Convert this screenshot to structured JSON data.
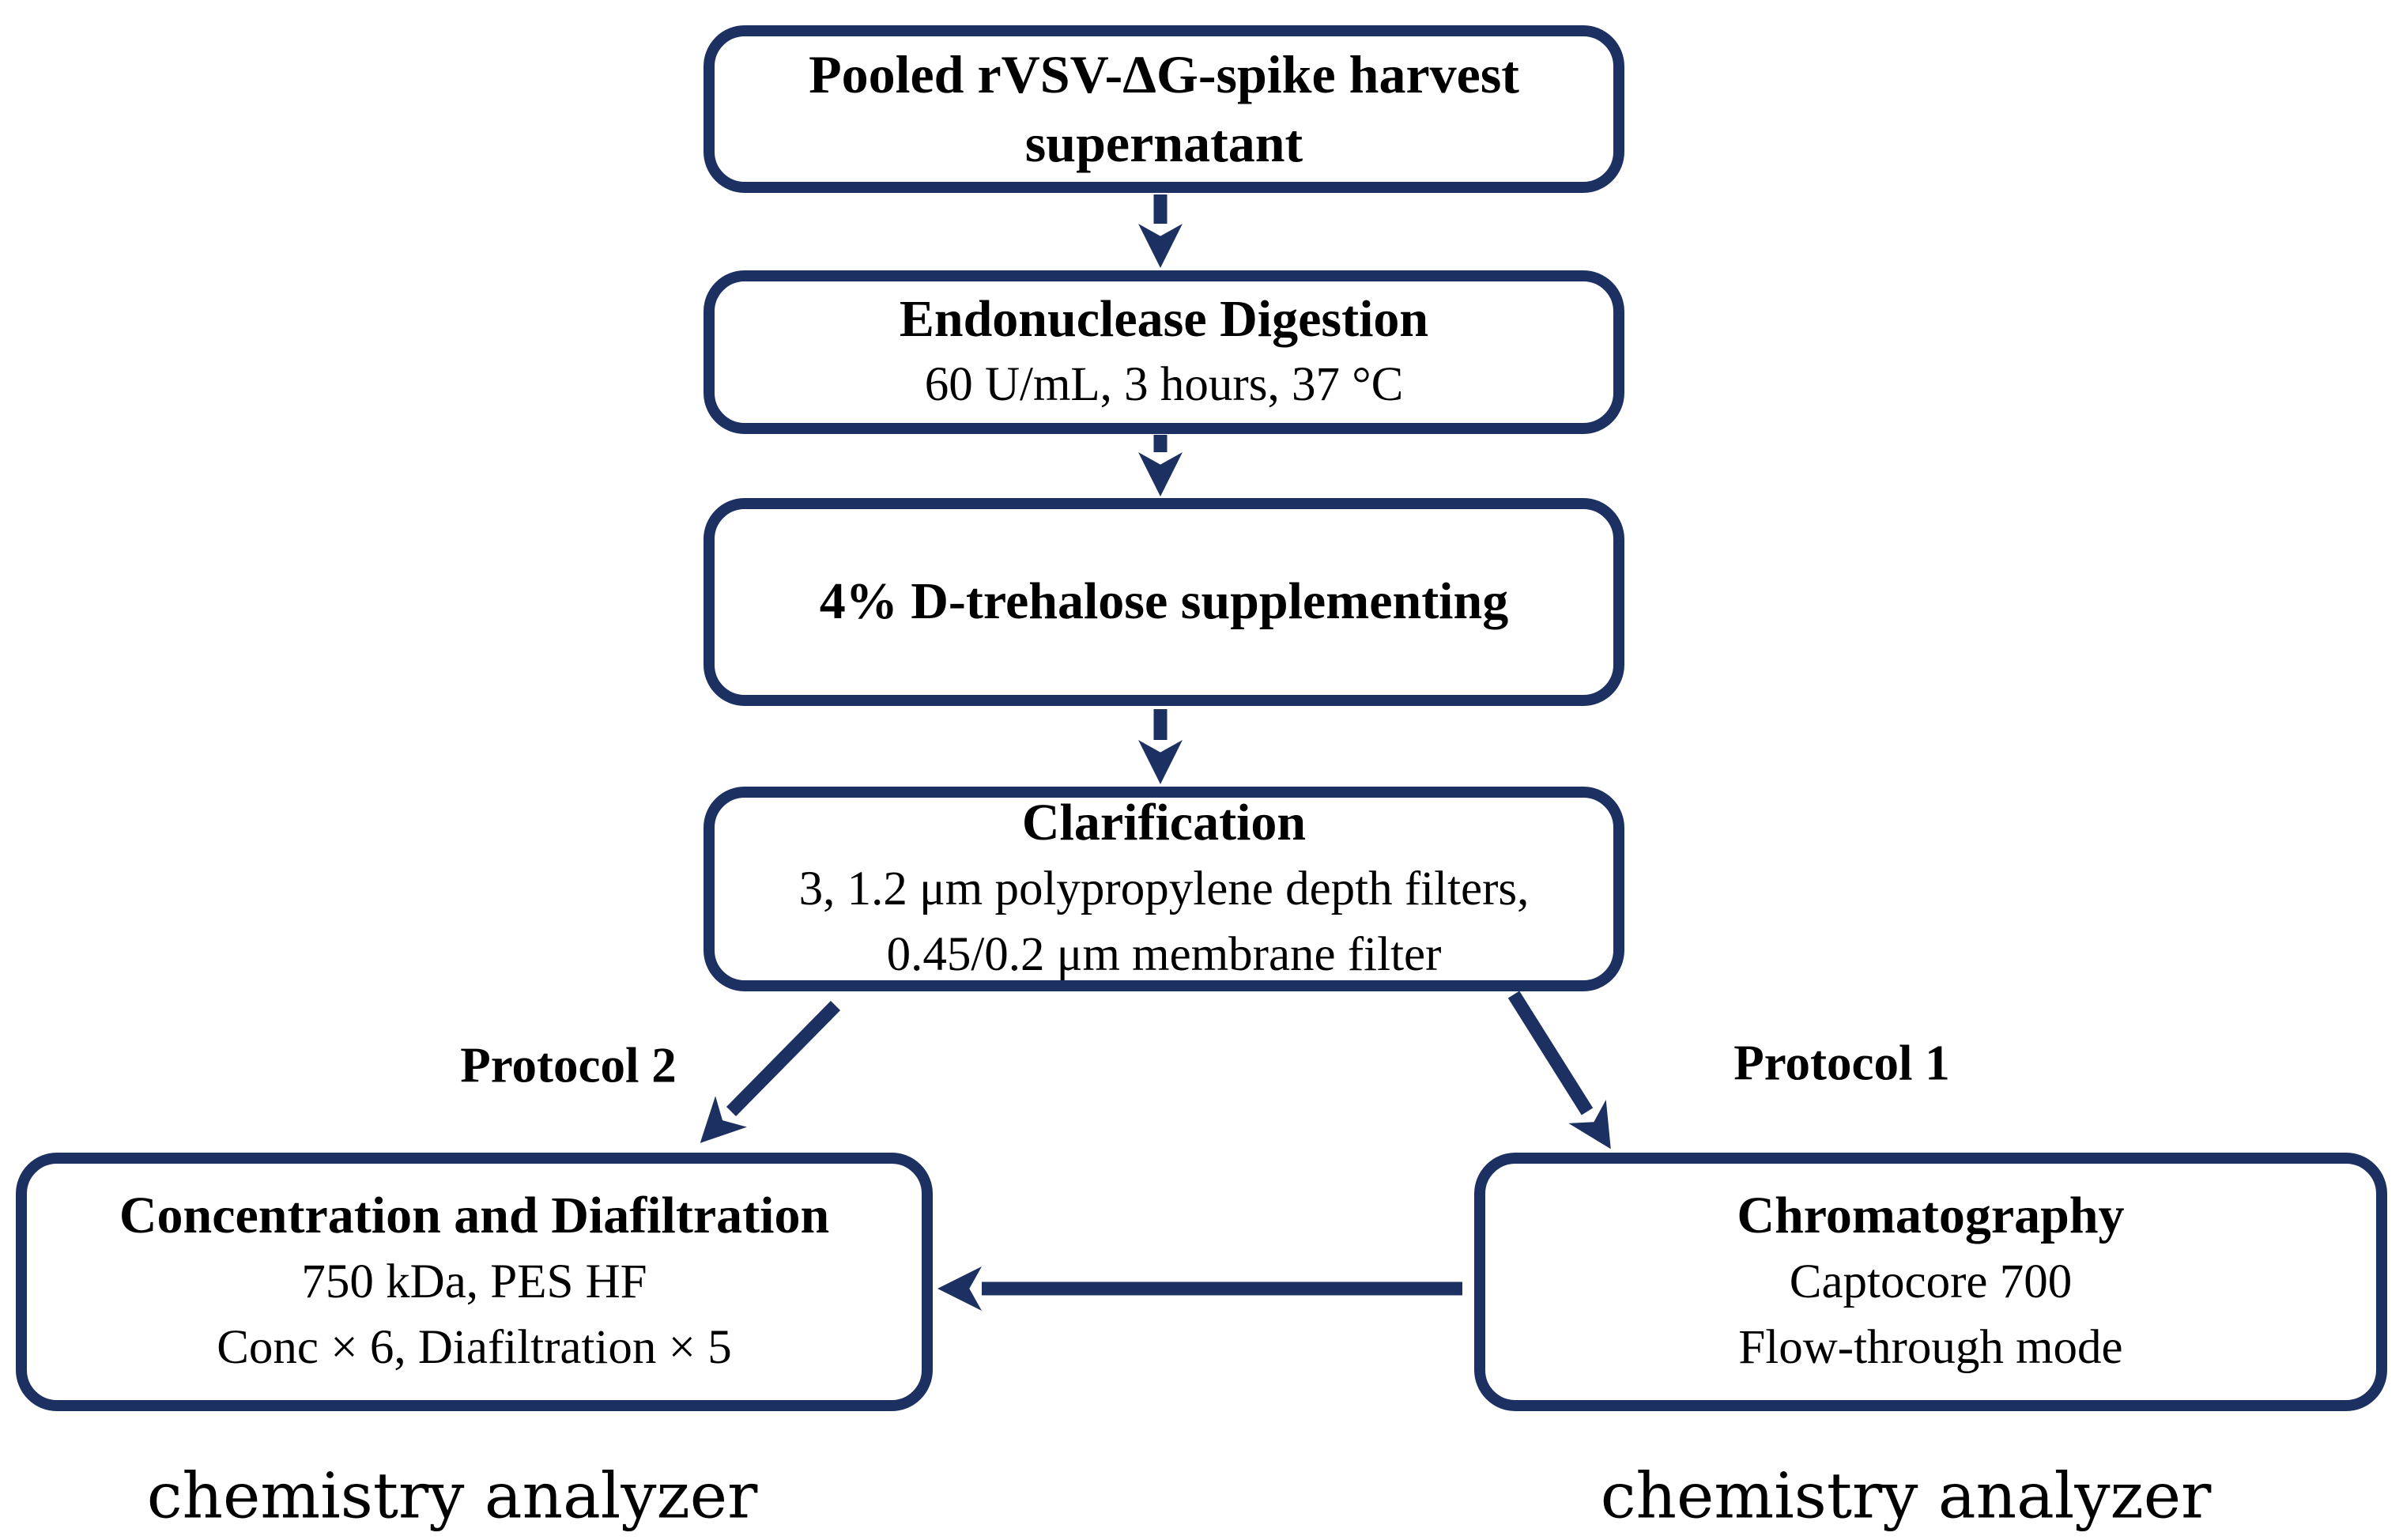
{
  "diagram": {
    "boxes": {
      "harvest": {
        "lines": [
          "Pooled rVSV-ΔG-spike harvest",
          "supernatant"
        ]
      },
      "endonuclease": {
        "title": "Endonuclease Digestion",
        "details": [
          "60 U/mL, 3 hours, 37 °C"
        ]
      },
      "trehalose": {
        "title": "4% D-trehalose supplementing"
      },
      "clarification": {
        "title": "Clarification",
        "details": [
          "3, 1.2 μm polypropylene depth filters,",
          "0.45/0.2 μm membrane filter"
        ]
      },
      "concentration": {
        "title": "Concentration and Diafiltration",
        "details": [
          "750 kDa, PES HF",
          "Conc × 6, Diafiltration × 5"
        ]
      },
      "chromatography": {
        "title": "Chromatography",
        "details": [
          "Captocore 700",
          "Flow-through mode"
        ]
      }
    },
    "labels": {
      "protocol2": "Protocol 2",
      "protocol1": "Protocol 1",
      "chemistry_left": "chemistry analyzer",
      "chemistry_right": "chemistry analyzer"
    },
    "colors": {
      "box_border": "#1c3061",
      "arrow": "#1c3061",
      "text": "#000000",
      "background": "#ffffff"
    }
  }
}
